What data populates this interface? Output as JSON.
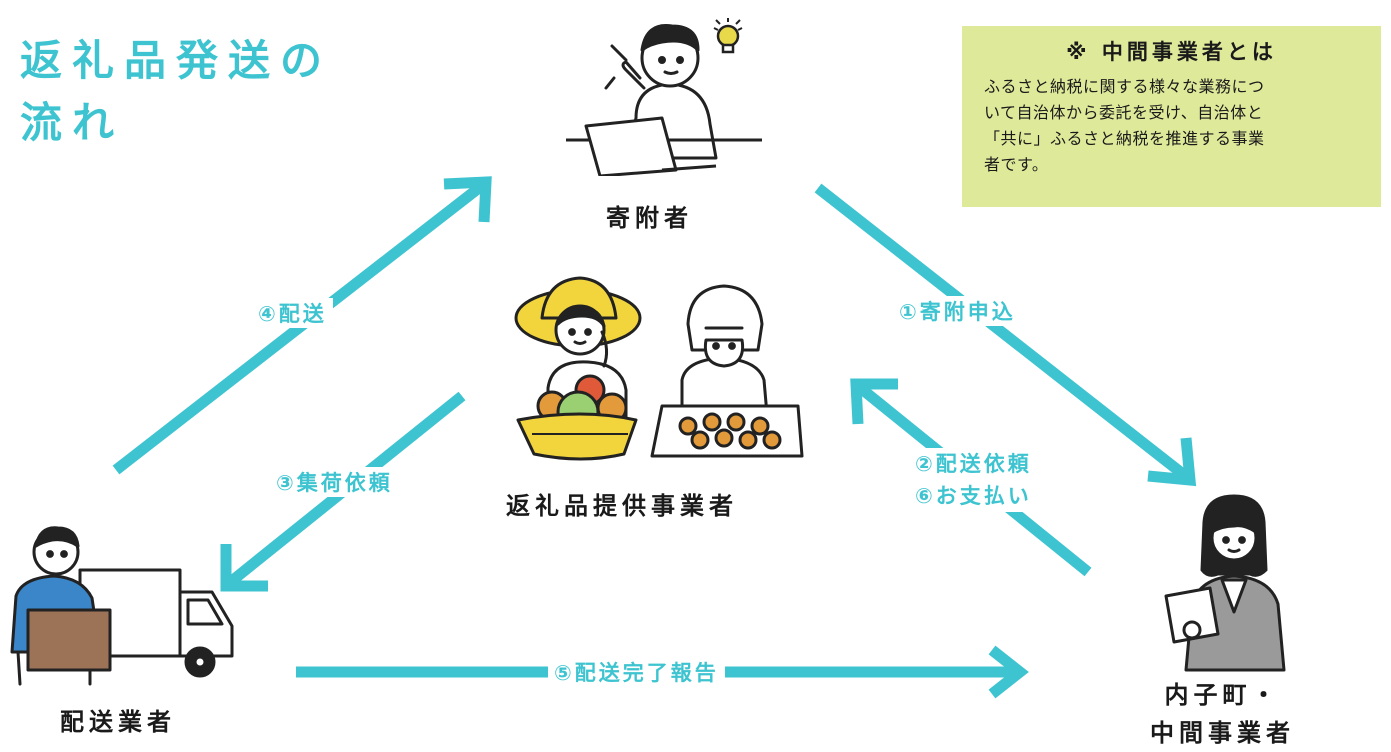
{
  "title": {
    "line1": "返礼品発送の",
    "line2": "流れ"
  },
  "note": {
    "heading": "※ 中間事業者とは",
    "body_lines": [
      "ふるさと納税に関する様々な業務につ",
      "いて自治体から委託を受け、自治体と",
      "「共に」ふるさと納税を推進する事業",
      "者です。"
    ]
  },
  "actors": {
    "donor": "寄附者",
    "supplier": "返礼品提供事業者",
    "carrier": "配送業者",
    "town_line1": "内子町・",
    "town_line2": "中間事業者"
  },
  "steps": {
    "s1": "①寄附申込",
    "s2": "②配送依頼",
    "s6": "⑥お支払い",
    "s3": "③集荷依頼",
    "s4": "④配送",
    "s5": "⑤配送完了報告"
  },
  "colors": {
    "accent": "#3ec4d0",
    "note_bg": "#dfe99a",
    "text": "#1a1a1a"
  },
  "icons": [
    "lightbulb-icon",
    "laptop-icon",
    "vegetable-basket-icon",
    "pastry-tray-icon",
    "delivery-truck-icon",
    "cardboard-box-icon",
    "tablet-icon"
  ]
}
